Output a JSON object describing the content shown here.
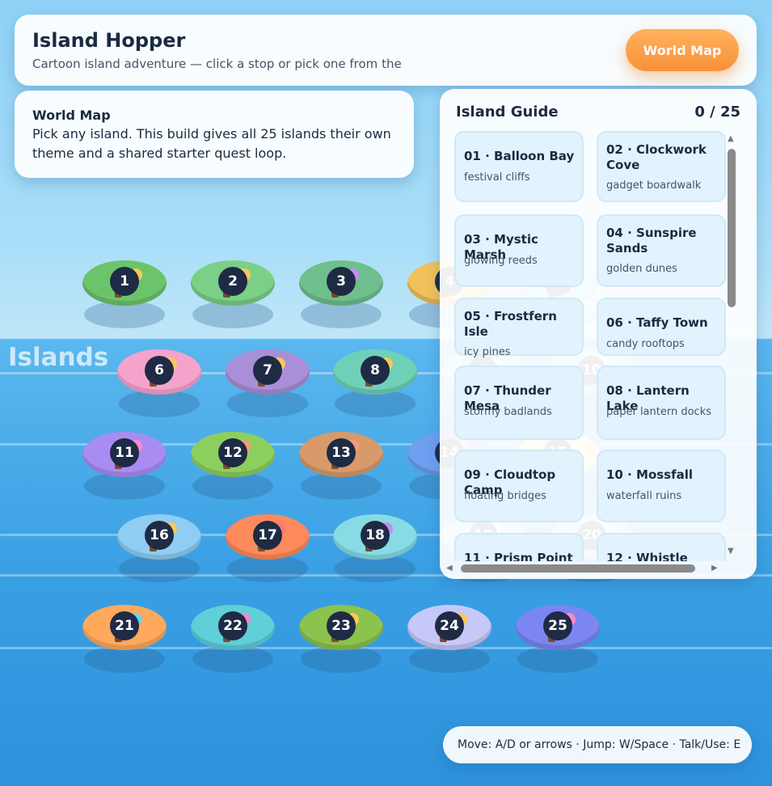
{
  "app": {
    "title": "Island Hopper",
    "subtitle": "Cartoon island adventure — click a stop or pick one from the",
    "world_map_button": "World Map"
  },
  "map_info": {
    "title": "World Map",
    "description": "Pick any island. This build gives all 25 islands their own theme and a shared starter quest loop."
  },
  "sea_label": "Islands",
  "guide": {
    "title": "Island Guide",
    "progress": "0 / 25",
    "cards": [
      {
        "name": "01 · Balloon Bay",
        "sub": "festival cliffs"
      },
      {
        "name": "02 · Clockwork Cove",
        "sub": "gadget boardwalk"
      },
      {
        "name": "03 · Mystic Marsh",
        "sub": "glowing reeds"
      },
      {
        "name": "04 · Sunspire Sands",
        "sub": "golden dunes"
      },
      {
        "name": "05 · Frostfern Isle",
        "sub": "icy pines"
      },
      {
        "name": "06 · Taffy Town",
        "sub": "candy rooftops"
      },
      {
        "name": "07 · Thunder Mesa",
        "sub": "stormy badlands"
      },
      {
        "name": "08 · Lantern Lake",
        "sub": "paper lantern docks"
      },
      {
        "name": "09 · Cloudtop Camp",
        "sub": "floating bridges"
      },
      {
        "name": "10 · Mossfall",
        "sub": "waterfall ruins"
      },
      {
        "name": "11 · Prism Point",
        "sub": ""
      },
      {
        "name": "12 · Whistle",
        "sub": ""
      }
    ]
  },
  "islands": [
    {
      "num": "1",
      "color": "#6cc46a",
      "bloom": "#f7c85a"
    },
    {
      "num": "2",
      "color": "#7ccf86",
      "bloom": "#f7c85a"
    },
    {
      "num": "3",
      "color": "#6fbf8e",
      "bloom": "#c68cf0"
    },
    {
      "num": "4",
      "color": "#f1c15a",
      "bloom": "#f7c85a"
    },
    {
      "num": "5",
      "color": "#8fd0f0",
      "bloom": "#ffffff"
    },
    {
      "num": "6",
      "color": "#f6a3cc",
      "bloom": "#f7c85a"
    },
    {
      "num": "7",
      "color": "#a98ed8",
      "bloom": "#f7c85a"
    },
    {
      "num": "8",
      "color": "#6fd0b8",
      "bloom": "#f7c85a"
    },
    {
      "num": "9",
      "color": "#8fd0f0",
      "bloom": "#ffffff"
    },
    {
      "num": "10",
      "color": "#8fd0f0",
      "bloom": "#ffffff"
    },
    {
      "num": "11",
      "color": "#a98cf2",
      "bloom": "#f78ac8"
    },
    {
      "num": "12",
      "color": "#8ccf5e",
      "bloom": "#f79a7c"
    },
    {
      "num": "13",
      "color": "#d89a6a",
      "bloom": "#f79a7c"
    },
    {
      "num": "14",
      "color": "#6f9ff0",
      "bloom": "#f7c85a"
    },
    {
      "num": "15",
      "color": "#f4e27a",
      "bloom": "#ffffff"
    },
    {
      "num": "16",
      "color": "#8fcdf2",
      "bloom": "#f7c85a"
    },
    {
      "num": "17",
      "color": "#ff8a5c",
      "bloom": "#f77a7a"
    },
    {
      "num": "18",
      "color": "#86dbe4",
      "bloom": "#c68cf0"
    },
    {
      "num": "19",
      "color": "#8fd0f0",
      "bloom": "#ffffff"
    },
    {
      "num": "20",
      "color": "#8fd0f0",
      "bloom": "#ffffff"
    },
    {
      "num": "21",
      "color": "#ffa95c",
      "bloom": "#6fd0f0"
    },
    {
      "num": "22",
      "color": "#5fcfd8",
      "bloom": "#f78ac8"
    },
    {
      "num": "23",
      "color": "#8cc24e",
      "bloom": "#f7c85a"
    },
    {
      "num": "24",
      "color": "#c6c8f8",
      "bloom": "#f7c85a"
    },
    {
      "num": "25",
      "color": "#7b86f2",
      "bloom": "#f78ac8"
    }
  ],
  "controls_hint": "Move: A/D or arrows · Jump: W/Space · Talk/Use: E"
}
